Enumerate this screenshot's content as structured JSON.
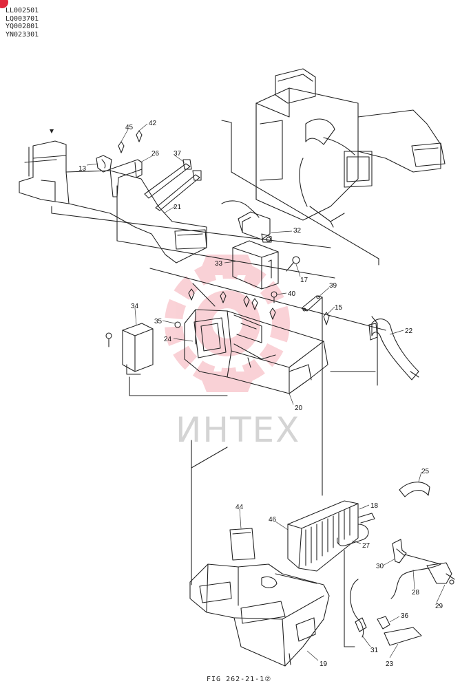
{
  "header": {
    "codes": [
      "LL002501",
      "LQ003701",
      "YQ002801",
      "YN023301"
    ]
  },
  "watermark": {
    "text": "ИНТЕХ",
    "color": "#e8334a"
  },
  "figure": {
    "caption": "FIG 262-21-1②"
  },
  "callouts": {
    "c13": "13",
    "c45": "45",
    "c42": "42",
    "c26": "26",
    "c37": "37",
    "c21": "21",
    "c32": "32",
    "c33": "33",
    "c17": "17",
    "c40": "40",
    "c39": "39",
    "c15": "15",
    "c22": "22",
    "c34": "34",
    "c35": "35",
    "c24": "24",
    "c20": "20",
    "c25": "25",
    "c44": "44",
    "c46": "46",
    "c18": "18",
    "c27": "27",
    "c30": "30",
    "c28": "28",
    "c29": "29",
    "c36": "36",
    "c31": "31",
    "c23": "23",
    "c19": "19"
  }
}
